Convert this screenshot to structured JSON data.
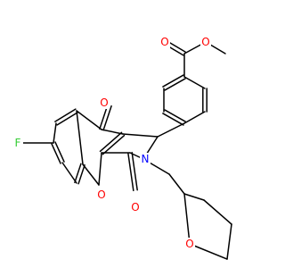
{
  "molecule": {
    "colors": {
      "bond": "#000000",
      "oxygen": "#ff0000",
      "nitrogen": "#0000ff",
      "fluorine": "#33cc33",
      "background": "#ffffff"
    },
    "atom_labels": [
      {
        "id": "ester-carbonyl-o",
        "text": "O",
        "element": "O"
      },
      {
        "id": "ester-methoxy-o",
        "text": "O",
        "element": "O"
      },
      {
        "id": "ketone-o",
        "text": "O",
        "element": "O"
      },
      {
        "id": "fluorine",
        "text": "F",
        "element": "F"
      },
      {
        "id": "pyrrolidinone-n",
        "text": "N",
        "element": "N"
      },
      {
        "id": "chromene-ring-o",
        "text": "O",
        "element": "O"
      },
      {
        "id": "lactam-o",
        "text": "O",
        "element": "O"
      },
      {
        "id": "thf-ring-o",
        "text": "O",
        "element": "O"
      }
    ]
  }
}
